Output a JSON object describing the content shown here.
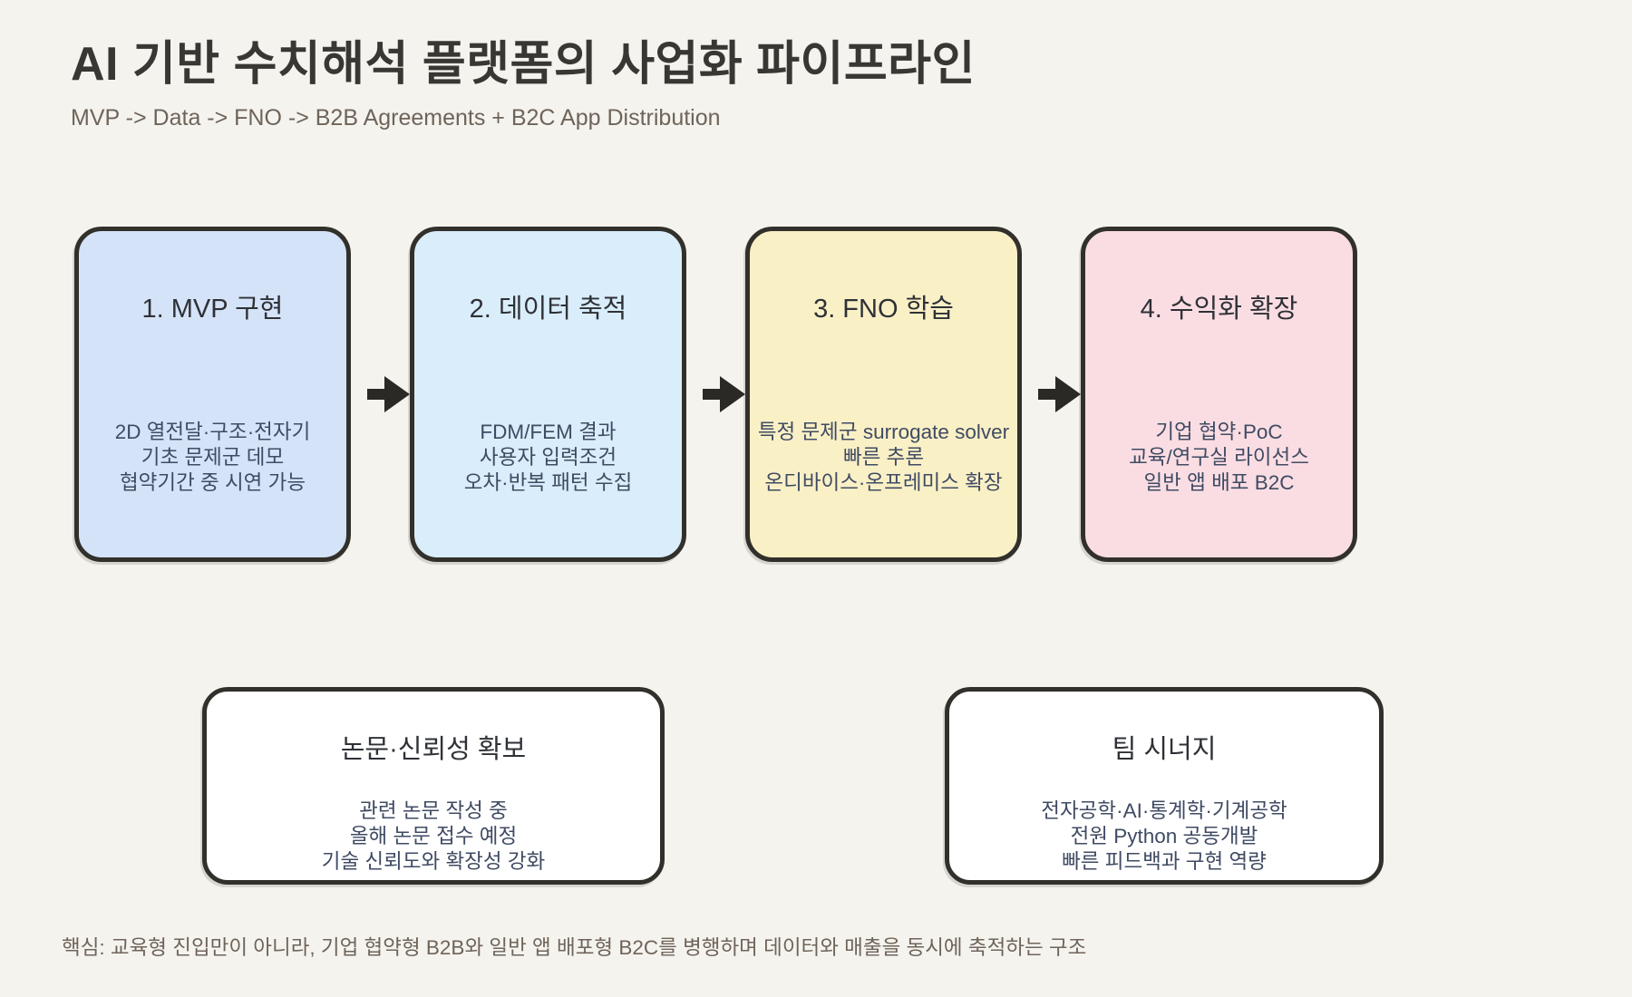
{
  "header": {
    "title": "AI 기반 수치해석 플랫폼의 사업화 파이프라인",
    "subtitle": "MVP -> Data -> FNO -> B2B Agreements + B2C App Distribution"
  },
  "pipeline": {
    "stages": [
      {
        "title": "1. MVP 구현",
        "lines": [
          "2D 열전달·구조·전자기",
          "기초 문제군 데모",
          "협약기간 중 시연 가능"
        ],
        "fill": "#d5e3f8"
      },
      {
        "title": "2. 데이터 축적",
        "lines": [
          "FDM/FEM 결과",
          "사용자 입력조건",
          "오차·반복 패턴 수집"
        ],
        "fill": "#d9edfa"
      },
      {
        "title": "3. FNO 학습",
        "lines": [
          "특정 문제군 surrogate solver",
          "빠른 추론",
          "온디바이스·온프레미스 확장"
        ],
        "fill": "#faf0c6"
      },
      {
        "title": "4. 수익화 확장",
        "lines": [
          "기업 협약·PoC",
          "교육/연구실 라이선스",
          "일반 앱 배포 B2C"
        ],
        "fill": "#fadde3"
      }
    ]
  },
  "support_boxes": [
    {
      "title": "논문·신뢰성 확보",
      "lines": [
        "관련 논문 작성 중",
        "올해 논문 접수 예정",
        "기술 신뢰도와 확장성 강화"
      ],
      "fill": "#ffffff"
    },
    {
      "title": "팀 시너지",
      "lines": [
        "전자공학·AI·통계학·기계공학",
        "전원 Python 공동개발",
        "빠른 피드백과 구현 역량"
      ],
      "fill": "#ffffff"
    }
  ],
  "footnote": "핵심: 교육형 진입만이 아니라, 기업 협약형 B2B와 일반 앱 배포형 B2C를 병행하며 데이터와 매출을 동시에 축적하는 구조",
  "icons": {
    "arrow": "arrow-right-icon"
  },
  "colors": {
    "background": "#f5f3ee",
    "border": "#32302b",
    "arrow": "#2b2926",
    "stage1_fill": "#d5e3f8",
    "stage2_fill": "#d9edfa",
    "stage3_fill": "#faf0c6",
    "stage4_fill": "#fadde3",
    "support_fill": "#ffffff",
    "heading_text": "#393733",
    "muted_text": "#6e6459",
    "box_title_text": "#2e3136",
    "box_body_text": "#3f4b63"
  }
}
